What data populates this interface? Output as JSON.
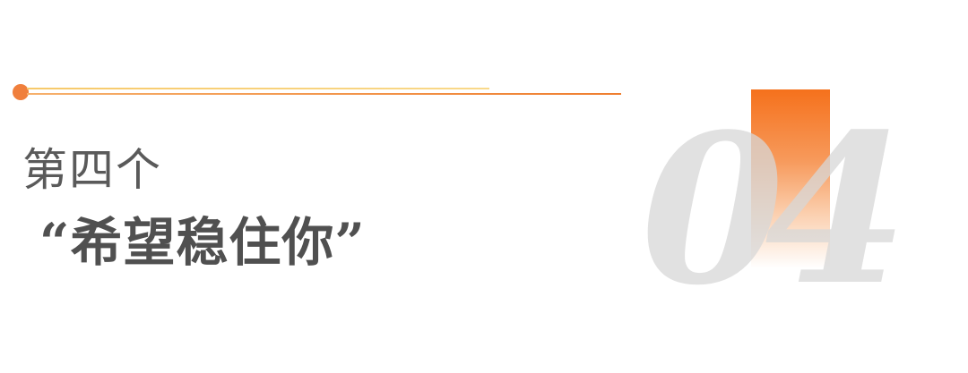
{
  "subtitle": "第四个",
  "title": "“希望稳住你”",
  "number": "04",
  "colors": {
    "accent_orange": "#f5711c",
    "dot": "#f07f3c",
    "text_gray": "#505050",
    "number_gray": "#d7d7d7"
  }
}
